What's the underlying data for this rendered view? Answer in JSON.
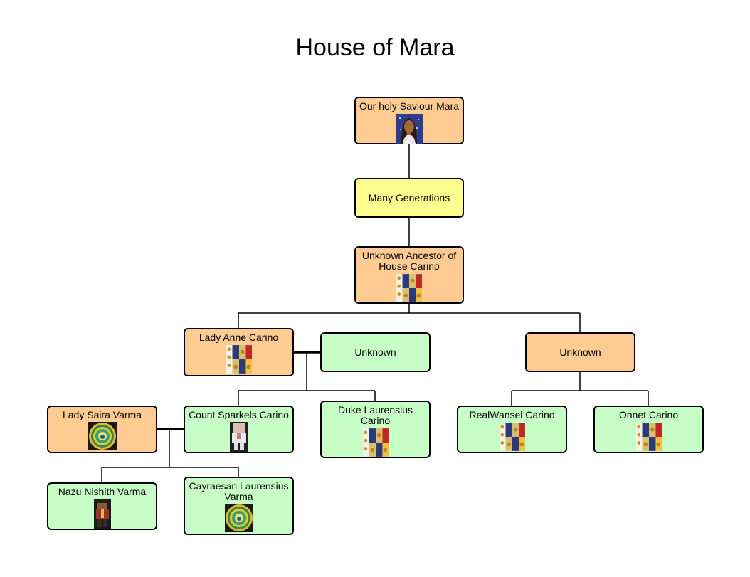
{
  "title": "House of Mara",
  "nodes": {
    "mara": "Our holy Saviour Mara",
    "many": "Many Generations",
    "ancestor": "Unknown Ancestor of House Carino",
    "anne": "Lady Anne Carino",
    "unknown1": "Unknown",
    "unknown2": "Unknown",
    "saira": "Lady Saira Varma",
    "sparkels": "Count Sparkels Carino",
    "laurensius": "Duke Laurensius Carino",
    "realwansel": "RealWansel Carino",
    "onnet": "Onnet Carino",
    "nazu": "Nazu Nishith Varma",
    "cayraesan": "Cayraesan Laurensius Varma"
  },
  "colors": {
    "orange": "#fecb93",
    "green": "#c6fec6",
    "yellow": "#fefe8f"
  },
  "icons": {
    "mara": "portrait-icon",
    "carino": "carino-coat-of-arms-icon",
    "varma": "peacock-emblem-icon",
    "sparkels": "skin-avatar-icon",
    "nazu": "skin-avatar-icon"
  }
}
